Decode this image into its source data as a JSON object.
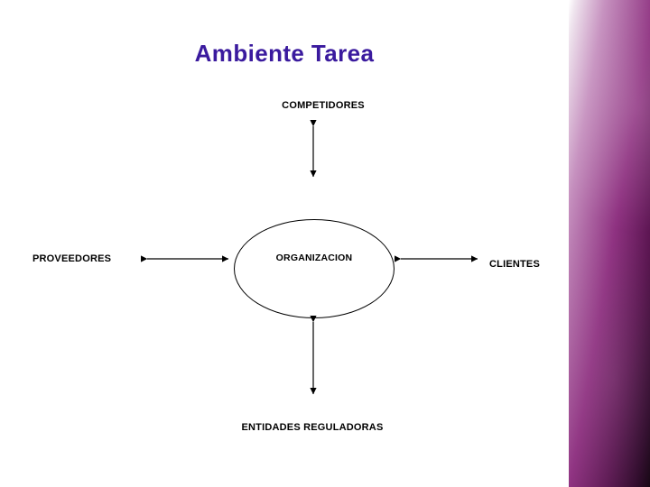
{
  "slide": {
    "title": "Ambiente Tarea",
    "title_color": "#3a1a9e",
    "background_color": "#ffffff"
  },
  "diagram": {
    "center_node": "ORGANIZACION",
    "nodes": [
      {
        "id": "competidores",
        "label": "COMPETIDORES",
        "position": "top"
      },
      {
        "id": "proveedores",
        "label": "PROVEEDORES",
        "position": "left"
      },
      {
        "id": "clientes",
        "label": "CLIENTES",
        "position": "right"
      },
      {
        "id": "entidades",
        "label": "ENTIDADES REGULADORAS",
        "position": "bottom"
      }
    ],
    "connectors": [
      {
        "id": "arrow-top",
        "from": "competidores",
        "to": "organizacion",
        "style": "double-headed-vertical"
      },
      {
        "id": "arrow-left",
        "from": "proveedores",
        "to": "organizacion",
        "style": "double-headed-horizontal"
      },
      {
        "id": "arrow-right",
        "from": "organizacion",
        "to": "clientes",
        "style": "double-headed-horizontal"
      },
      {
        "id": "arrow-bottom",
        "from": "organizacion",
        "to": "entidades",
        "style": "double-headed-vertical"
      }
    ],
    "shape": {
      "id": "organization-ellipse",
      "type": "ellipse",
      "stroke": "#000000",
      "fill": "none"
    }
  },
  "decoration": {
    "right_band_colors": [
      "#ffffff",
      "#c58fbe",
      "#8d2f7f",
      "#5a1450",
      "#12020f"
    ]
  }
}
